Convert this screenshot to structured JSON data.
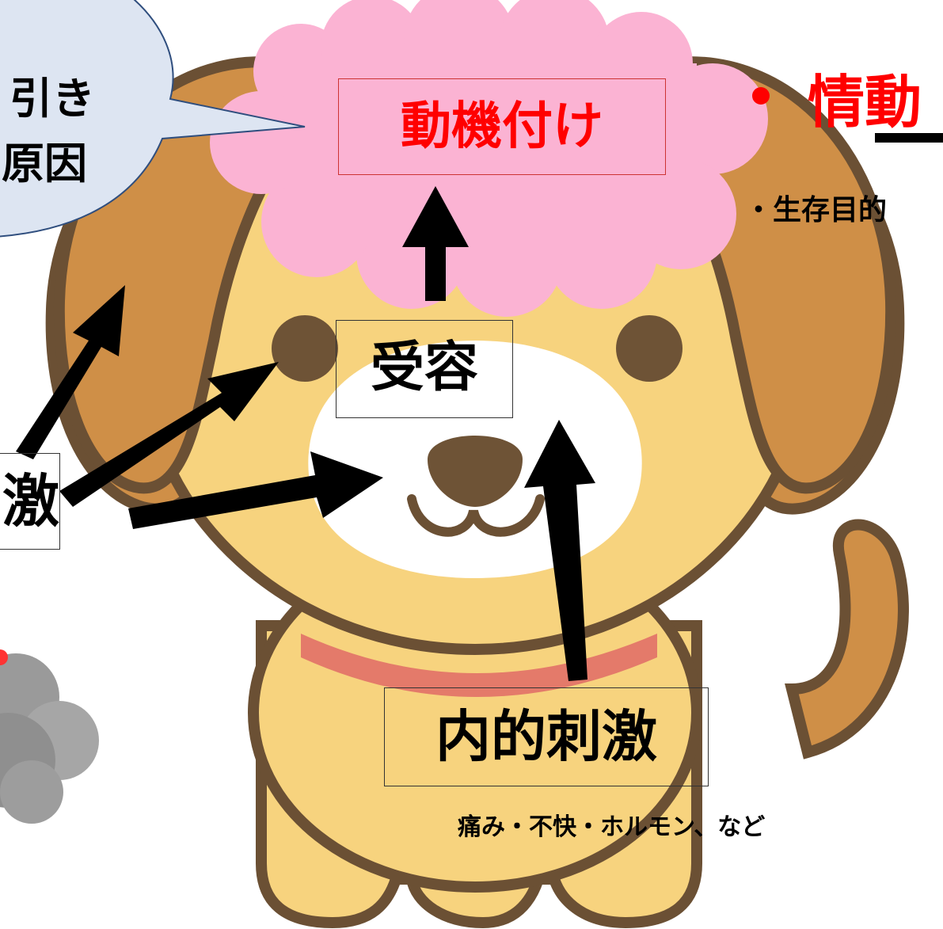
{
  "nodes": {
    "motivation": "動機付け",
    "acceptance": "受容",
    "internal_stimulus": "内的刺激",
    "internal_stimulus_examples": "痛み・不快・ホルモン、など",
    "external_stimulus_partial": "激"
  },
  "speech_bubble": {
    "line1_partial": "引き",
    "line2_partial": "原因"
  },
  "emotion_panel": {
    "title_partial": "情動",
    "survival_partial": "・生存目的"
  },
  "colors": {
    "dog_fur": "#f7d37e",
    "dog_outline": "#6b5034",
    "ear": "#cf8f47",
    "muzzle": "#ffffff",
    "nose_eyes": "#6e5336",
    "collar": "#e47a6a",
    "cloud": "#fbb3d3",
    "bubble": "#dde5f2",
    "bubble_border": "#2f4e7e",
    "highlight_red": "#ff0000",
    "arrow": "#000000"
  },
  "icons": [
    "dog-illustration",
    "thought-cloud",
    "speech-bubble",
    "smoke-cloud"
  ]
}
